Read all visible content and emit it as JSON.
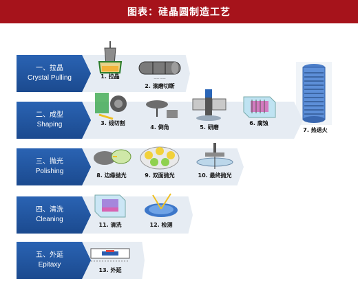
{
  "header": {
    "title": "图表：硅晶圆制造工艺"
  },
  "stages": [
    {
      "cn": "一、拉晶",
      "en": "Crystal Pulling"
    },
    {
      "cn": "二、成型",
      "en": "Shaping"
    },
    {
      "cn": "三、抛光",
      "en": "Polishing"
    },
    {
      "cn": "四、清洗",
      "en": "Cleaning"
    },
    {
      "cn": "五、外延",
      "en": "Epitaxy"
    }
  ],
  "steps": [
    {
      "label": "1. 拉晶",
      "icon": "crystal-puller-icon"
    },
    {
      "label": "2. 滚磨切断",
      "icon": "ingot-grinding-icon"
    },
    {
      "label": "3. 线切割",
      "icon": "wire-saw-icon"
    },
    {
      "label": "4. 倒角",
      "icon": "edge-bevel-icon"
    },
    {
      "label": "5. 研磨",
      "icon": "lapping-icon"
    },
    {
      "label": "6. 腐蚀",
      "icon": "etching-tank-icon"
    },
    {
      "label": "7. 热退火",
      "icon": "annealing-furnace-icon"
    },
    {
      "label": "8. 边缘抛光",
      "icon": "edge-polish-icon"
    },
    {
      "label": "9. 双面抛光",
      "icon": "double-side-polish-icon"
    },
    {
      "label": "10. 最终抛光",
      "icon": "final-polish-icon"
    },
    {
      "label": "11. 清洗",
      "icon": "cleaning-tank-icon"
    },
    {
      "label": "12. 检测",
      "icon": "inspection-icon"
    },
    {
      "label": "13. 外延",
      "icon": "epitaxy-reactor-icon"
    }
  ],
  "colors": {
    "header": "#a6131b",
    "stage": "#1f4f97",
    "band": "#e6ecf3"
  }
}
